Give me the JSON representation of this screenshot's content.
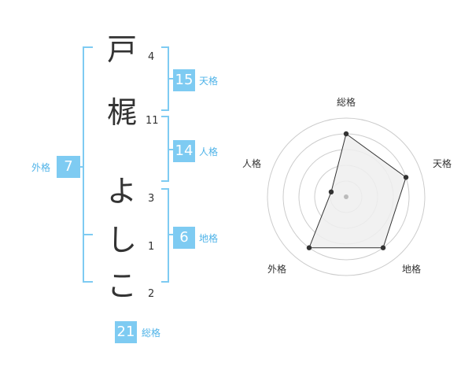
{
  "name_chars": [
    {
      "char": "戸",
      "strokes": "4"
    },
    {
      "char": "梶",
      "strokes": "11"
    },
    {
      "char": "よ",
      "strokes": "3"
    },
    {
      "char": "し",
      "strokes": "1"
    },
    {
      "char": "こ",
      "strokes": "2"
    }
  ],
  "fortune": {
    "tenkaku": {
      "value": "15",
      "label": "天格"
    },
    "jinkaku": {
      "value": "14",
      "label": "人格"
    },
    "chikaku": {
      "value": "6",
      "label": "地格"
    },
    "gaikaku": {
      "value": "7",
      "label": "外格"
    },
    "soukaku": {
      "value": "21",
      "label": "総格"
    }
  },
  "radar": {
    "axes": [
      "総格",
      "天格",
      "地格",
      "外格",
      "人格"
    ],
    "levels": 5,
    "values": [
      4,
      4,
      4,
      4,
      1
    ],
    "colors": {
      "fill": "#efefef",
      "line": "#333333",
      "grid": "#cccccc",
      "center": "#bbbbbb"
    }
  },
  "colors": {
    "accent": "#7ecbf2",
    "label": "#4fb3e8",
    "text": "#333333"
  }
}
